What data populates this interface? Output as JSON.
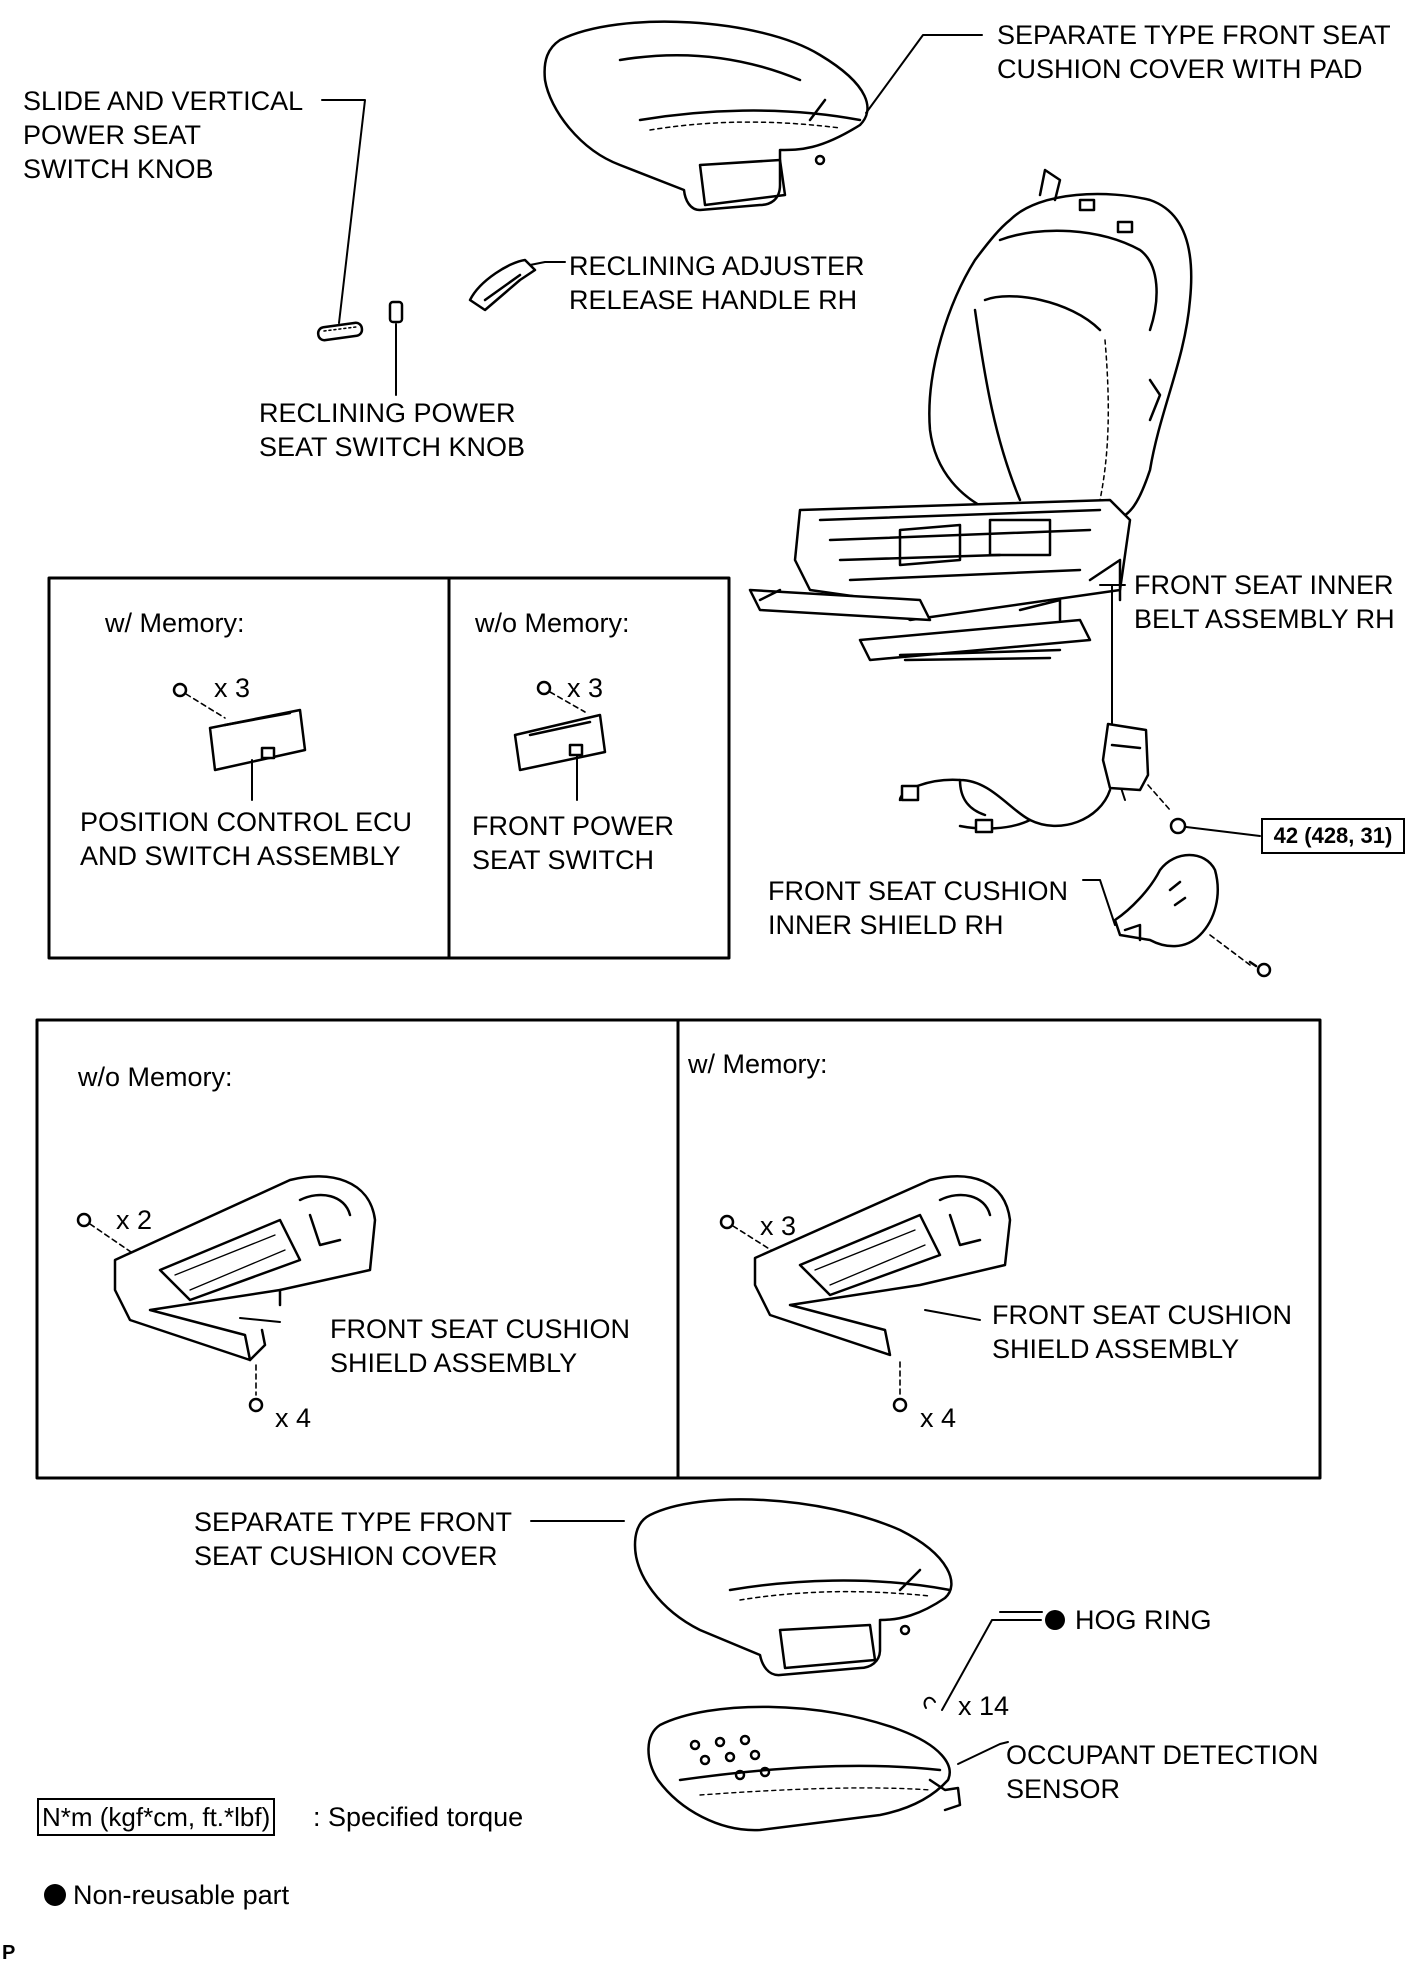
{
  "labels": {
    "cushion_cover_pad": "SEPARATE TYPE FRONT SEAT\nCUSHION COVER WITH PAD",
    "slide_knob": "SLIDE AND VERTICAL\nPOWER SEAT\nSWITCH KNOB",
    "recline_handle": "RECLINING ADJUSTER\nRELEASE HANDLE RH",
    "recline_knob": "RECLINING POWER\nSEAT SWITCH KNOB",
    "inner_belt": "FRONT SEAT INNER\nBELT ASSEMBLY RH",
    "torque_value": "42 (428, 31)",
    "inner_shield": "FRONT SEAT CUSHION\nINNER SHIELD RH",
    "cushion_cover": "SEPARATE TYPE FRONT\nSEAT CUSHION COVER",
    "hog_ring": "HOG RING",
    "hog_ring_qty": "x 14",
    "occupant_sensor": "OCCUPANT DETECTION\nSENSOR"
  },
  "box_top_left": {
    "title": "w/ Memory:",
    "qty": "x 3",
    "part": "POSITION CONTROL ECU\nAND SWITCH ASSEMBLY"
  },
  "box_top_right": {
    "title": "w/o Memory:",
    "qty": "x 3",
    "part": "FRONT POWER\nSEAT SWITCH"
  },
  "box_bottom_left": {
    "title": "w/o Memory:",
    "qty_top": "x 2",
    "qty_bottom": "x 4",
    "part": "FRONT SEAT CUSHION\nSHIELD ASSEMBLY"
  },
  "box_bottom_right": {
    "title": "w/ Memory:",
    "qty_top": "x 3",
    "qty_bottom": "x 4",
    "part": "FRONT SEAT CUSHION\nSHIELD ASSEMBLY"
  },
  "legend": {
    "torque_unit": "N*m (kgf*cm, ft.*lbf)",
    "torque_text": ": Specified torque",
    "nonreusable_text": "Non-reusable part"
  },
  "corner_mark": "P"
}
